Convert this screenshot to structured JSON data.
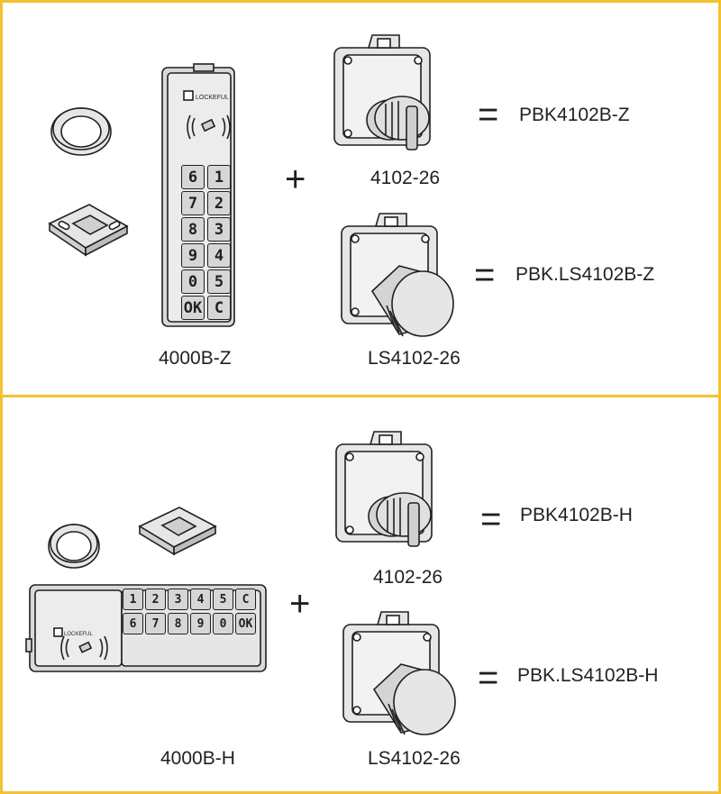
{
  "colors": {
    "border": "#f2c230",
    "line": "#231f20",
    "fill_light": "#e6e6e6",
    "fill_mid": "#cfcfcf"
  },
  "top": {
    "keypad_label": "4000B-Z",
    "lock_std_label": "4102-26",
    "lock_ls_label": "LS4102-26",
    "result_std": "PBK4102B-Z",
    "result_ls": "PBK.LS4102B-Z",
    "keys": [
      "6",
      "1",
      "7",
      "2",
      "8",
      "3",
      "9",
      "4",
      "0",
      "5",
      "OK",
      "C"
    ]
  },
  "bottom": {
    "keypad_label": "4000B-H",
    "lock_std_label": "4102-26",
    "lock_ls_label": "LS4102-26",
    "result_std": "PBK4102B-H",
    "result_ls": "PBK.LS4102B-H",
    "keys_row1": [
      "1",
      "2",
      "3",
      "4",
      "5",
      "C"
    ],
    "keys_row2": [
      "6",
      "7",
      "8",
      "9",
      "0",
      "OK"
    ]
  },
  "symbols": {
    "plus": "+",
    "equals": "="
  },
  "icons": [
    "brand-logo-icon",
    "rfid-wave-icon",
    "ring-washer-icon",
    "mounting-bracket-icon",
    "cam-lock-knob-icon",
    "cam-lock-round-knob-icon"
  ]
}
